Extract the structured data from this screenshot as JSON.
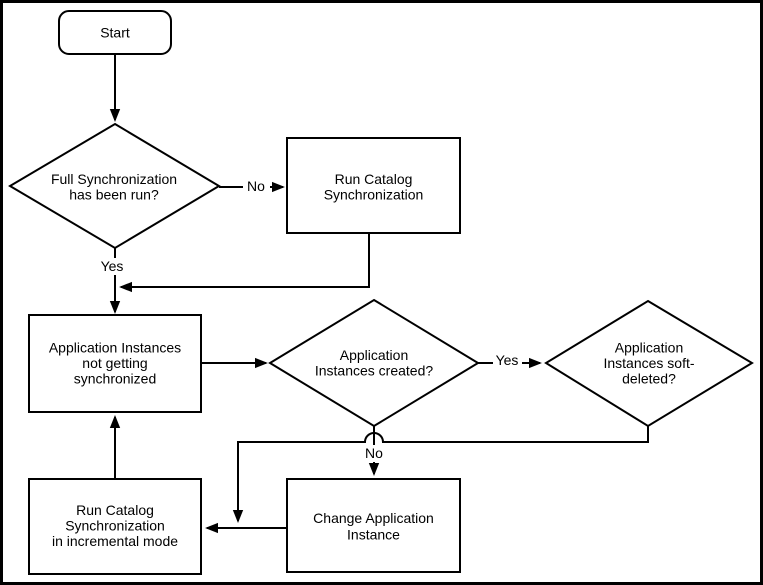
{
  "diagram": {
    "kind": "flowchart",
    "background_color": "#ffffff",
    "line_color": "#000000",
    "text_color": "#000000",
    "nodes": {
      "start": {
        "shape": "rounded-rect",
        "lines": [
          "Start"
        ]
      },
      "full_sync_run": {
        "shape": "diamond",
        "lines": [
          "Full Synchronization",
          "has been run?"
        ]
      },
      "run_catalog_sync": {
        "shape": "rect",
        "lines": [
          "Run Catalog",
          "Synchronization"
        ]
      },
      "app_instances_not_synced": {
        "shape": "rect",
        "lines": [
          "Application Instances",
          "not getting",
          "synchronized"
        ]
      },
      "app_instances_created": {
        "shape": "diamond",
        "lines": [
          "Application",
          "Instances created?"
        ]
      },
      "app_instances_soft_deleted": {
        "shape": "diamond",
        "lines": [
          "Application",
          "Instances soft-",
          "deleted?"
        ]
      },
      "change_app_instance": {
        "shape": "rect",
        "lines": [
          "Change Application",
          "Instance"
        ]
      },
      "run_catalog_sync_incremental": {
        "shape": "rect",
        "lines": [
          "Run Catalog",
          "Synchronization",
          "in incremental mode"
        ]
      }
    },
    "edge_labels": {
      "no_full_sync": "No",
      "yes_full_sync": "Yes",
      "yes_created": "Yes",
      "no_created": "No"
    },
    "edges": [
      {
        "from": "start",
        "to": "full_sync_run",
        "label": ""
      },
      {
        "from": "full_sync_run",
        "to": "run_catalog_sync",
        "label": "No"
      },
      {
        "from": "full_sync_run",
        "to": "app_instances_not_synced",
        "label": "Yes"
      },
      {
        "from": "run_catalog_sync",
        "to": "app_instances_not_synced",
        "label": ""
      },
      {
        "from": "app_instances_not_synced",
        "to": "app_instances_created",
        "label": ""
      },
      {
        "from": "app_instances_created",
        "to": "app_instances_soft_deleted",
        "label": "Yes"
      },
      {
        "from": "app_instances_created",
        "to": "change_app_instance",
        "label": "No"
      },
      {
        "from": "app_instances_soft_deleted",
        "to": "run_catalog_sync_incremental",
        "label": ""
      },
      {
        "from": "change_app_instance",
        "to": "run_catalog_sync_incremental",
        "label": ""
      },
      {
        "from": "run_catalog_sync_incremental",
        "to": "app_instances_not_synced",
        "label": ""
      }
    ]
  }
}
